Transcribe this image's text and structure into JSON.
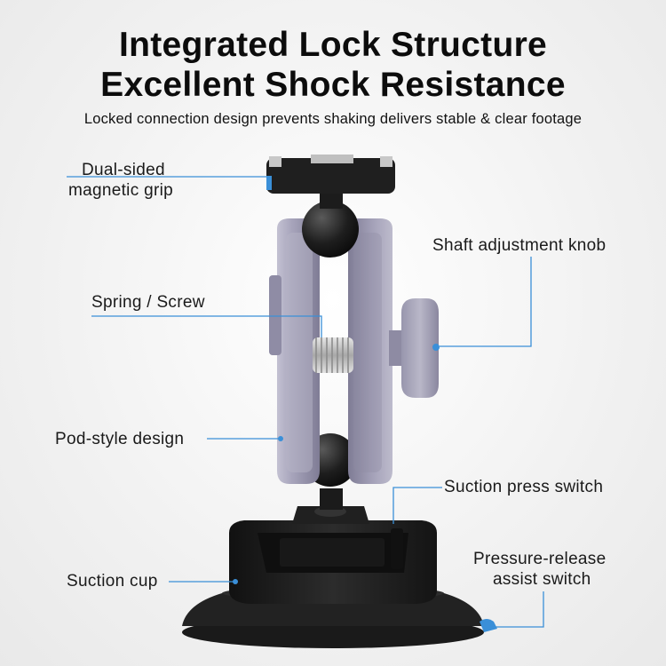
{
  "header": {
    "title_line1": "Integrated Lock Structure",
    "title_line2": "Excellent Shock Resistance",
    "subtitle": "Locked connection design prevents shaking delivers stable & clear footage"
  },
  "callouts": {
    "magnetic_grip_line1": "Dual-sided",
    "magnetic_grip_line2": "magnetic grip",
    "spring_screw": "Spring / Screw",
    "pod_style": "Pod-style design",
    "suction_cup": "Suction cup",
    "shaft_knob": "Shaft adjustment knob",
    "suction_press": "Suction press switch",
    "pressure_release_line1": "Pressure-release",
    "pressure_release_line2": "assist switch"
  },
  "colors": {
    "leader_line": "#3a8fd8",
    "frame_purple": "#9b98b0",
    "base_black": "#1c1c1c"
  }
}
